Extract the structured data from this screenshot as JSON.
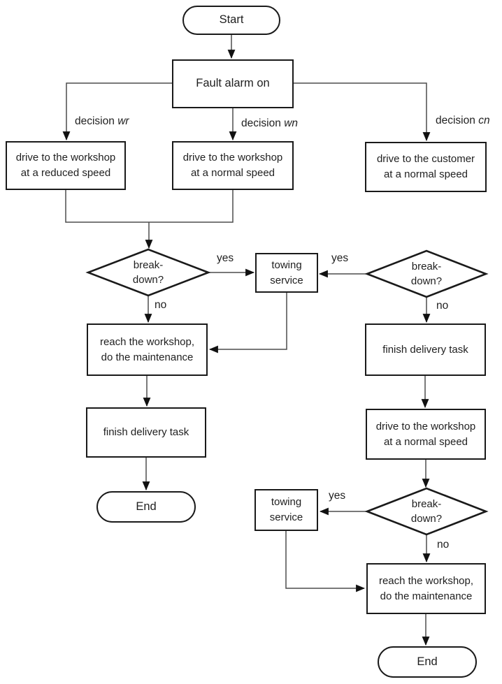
{
  "diagram_title": "fault handling decision flowchart",
  "colors": {
    "background": "#ffffff",
    "node_border": "#1a1a1a",
    "connector_line": "#4d4d4d",
    "arrowhead": "#111111",
    "text": "#1f1f1f"
  },
  "nodes": {
    "start": {
      "label": "Start",
      "shape": "stadium"
    },
    "fault_alarm": {
      "label": "Fault alarm on",
      "shape": "rect"
    },
    "drive_workshop_reduced": {
      "label": "drive to the workshop at a reduced speed",
      "shape": "rect"
    },
    "drive_workshop_normal_1": {
      "label": "drive to the workshop at a normal speed",
      "shape": "rect"
    },
    "drive_customer_normal": {
      "label": "drive to the customer at a normal speed",
      "shape": "rect"
    },
    "breakdown_1": {
      "label": "break-down?",
      "shape": "diamond"
    },
    "towing_service_1": {
      "label": "towing service",
      "shape": "rect"
    },
    "breakdown_2": {
      "label": "break-down?",
      "shape": "diamond"
    },
    "reach_workshop_1": {
      "label": "reach the workshop, do the maintenance",
      "shape": "rect"
    },
    "finish_delivery_1": {
      "label": "finish delivery task",
      "shape": "rect"
    },
    "end_1": {
      "label": "End",
      "shape": "stadium"
    },
    "finish_delivery_2": {
      "label": "finish delivery task",
      "shape": "rect"
    },
    "drive_workshop_normal_2": {
      "label": "drive to the workshop at a normal speed",
      "shape": "rect"
    },
    "breakdown_3": {
      "label": "break-down?",
      "shape": "diamond"
    },
    "towing_service_2": {
      "label": "towing service",
      "shape": "rect"
    },
    "reach_workshop_2": {
      "label": "reach the workshop, do the maintenance",
      "shape": "rect"
    },
    "end_2": {
      "label": "End",
      "shape": "stadium"
    }
  },
  "edge_labels": {
    "decision_wr": {
      "prefix": "decision",
      "var": "wr"
    },
    "decision_wn": {
      "prefix": "decision",
      "var": "wn"
    },
    "decision_cn": {
      "prefix": "decision",
      "var": "cn"
    },
    "yes": "yes",
    "no": "no"
  }
}
